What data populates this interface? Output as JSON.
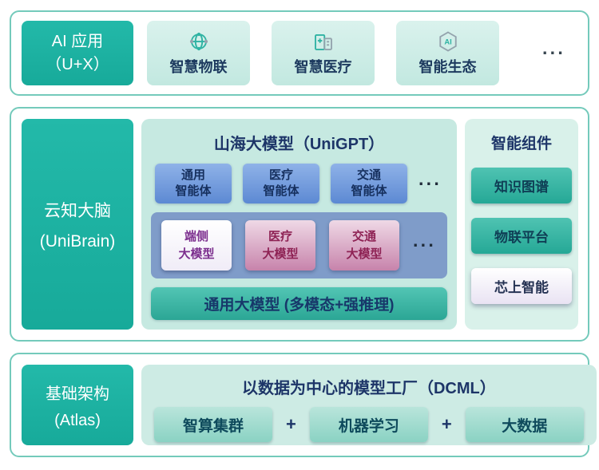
{
  "colors": {
    "teal_primary": "#1bb2a2",
    "border_teal": "#74cabb",
    "mint_panel": "#c6e9e1",
    "mint_panel_light": "#d9f1ea",
    "agent_blue": "#5c89d3",
    "band_blue": "#7f9cc9",
    "model_pink": "#c783ab",
    "edge_purple_text": "#7c2f8e",
    "pink_text": "#8e2254",
    "title_navy": "#1d3568"
  },
  "row_apps": {
    "label_line1": "AI 应用",
    "label_line2": "（U+X）",
    "items": [
      {
        "icon": "iot-network-icon",
        "label": "智慧物联"
      },
      {
        "icon": "hospital-icon",
        "label": "智慧医疗"
      },
      {
        "icon": "ai-hexagon-icon",
        "label": "智能生态",
        "badge": "AI"
      }
    ],
    "ellipsis": "···"
  },
  "row_brain": {
    "label_line1": "云知大脑",
    "label_line2": "(UniBrain)",
    "model_panel": {
      "title": "山海大模型（UniGPT）",
      "agents": [
        {
          "line1": "通用",
          "line2": "智能体"
        },
        {
          "line1": "医疗",
          "line2": "智能体"
        },
        {
          "line1": "交通",
          "line2": "智能体"
        }
      ],
      "agents_ellipsis": "···",
      "edge_models": [
        {
          "line1": "端侧",
          "line2": "大模型"
        },
        {
          "line1": "医疗",
          "line2": "大模型"
        },
        {
          "line1": "交通",
          "line2": "大模型"
        }
      ],
      "models_ellipsis": "···",
      "base_bar": "通用大模型 (多模态+强推理)"
    },
    "components_panel": {
      "title": "智能组件",
      "items": [
        {
          "label": "知识图谱"
        },
        {
          "label": "物联平台"
        },
        {
          "label": "芯上智能"
        }
      ]
    }
  },
  "row_atlas": {
    "label_line1": "基础架构",
    "label_line2": "(Atlas)",
    "title": "以数据为中心的模型工厂（DCML）",
    "items": [
      "智算集群",
      "机器学习",
      "大数据"
    ],
    "plus": "+"
  }
}
